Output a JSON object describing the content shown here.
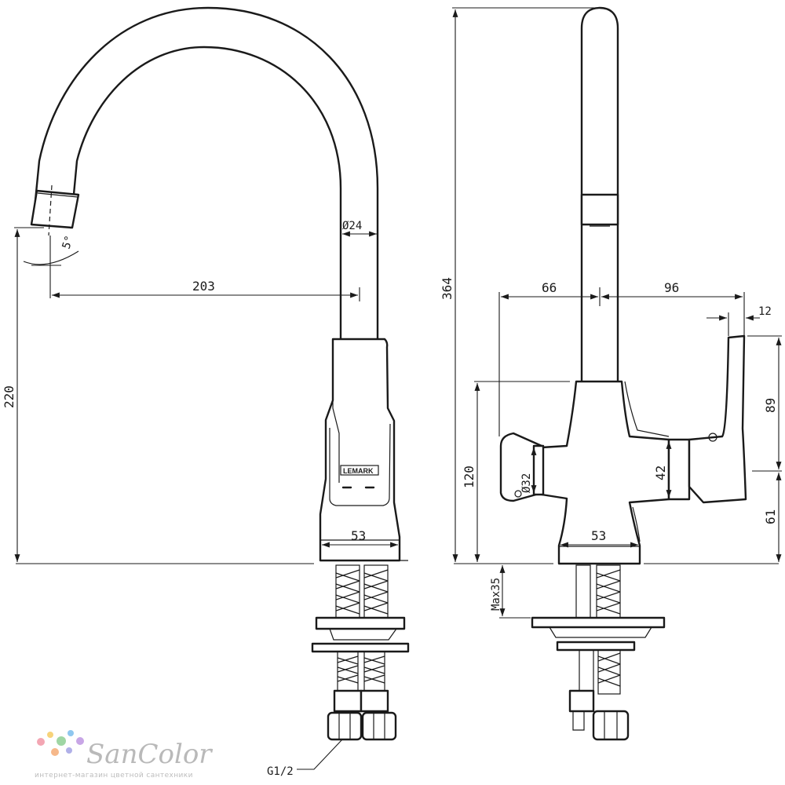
{
  "dimensions": {
    "spout_diameter": "Ø24",
    "reach": "203",
    "angle": "5°",
    "spout_height": "220",
    "total_height": "364",
    "left_handle_offset": "66",
    "right_lever_offset": "96",
    "lever_tip": "12",
    "lever_height": "89",
    "body_height": "120",
    "knob_diameter": "Ø32",
    "right_spout_height": "42",
    "right_base_height": "61",
    "base_width_left": "53",
    "base_width_right": "53",
    "max_thickness": "Max35",
    "thread": "G1/2"
  },
  "brand": {
    "logo": "LEMARK"
  },
  "watermark": {
    "name": "SanColor",
    "tagline": "интернет-магазин цветной сантехники",
    "dot_colors": [
      "#f3a6b3",
      "#f7d37a",
      "#9fd6a4",
      "#8fc7ef",
      "#c8a6e6",
      "#f6b88a",
      "#b0b0e8"
    ]
  }
}
